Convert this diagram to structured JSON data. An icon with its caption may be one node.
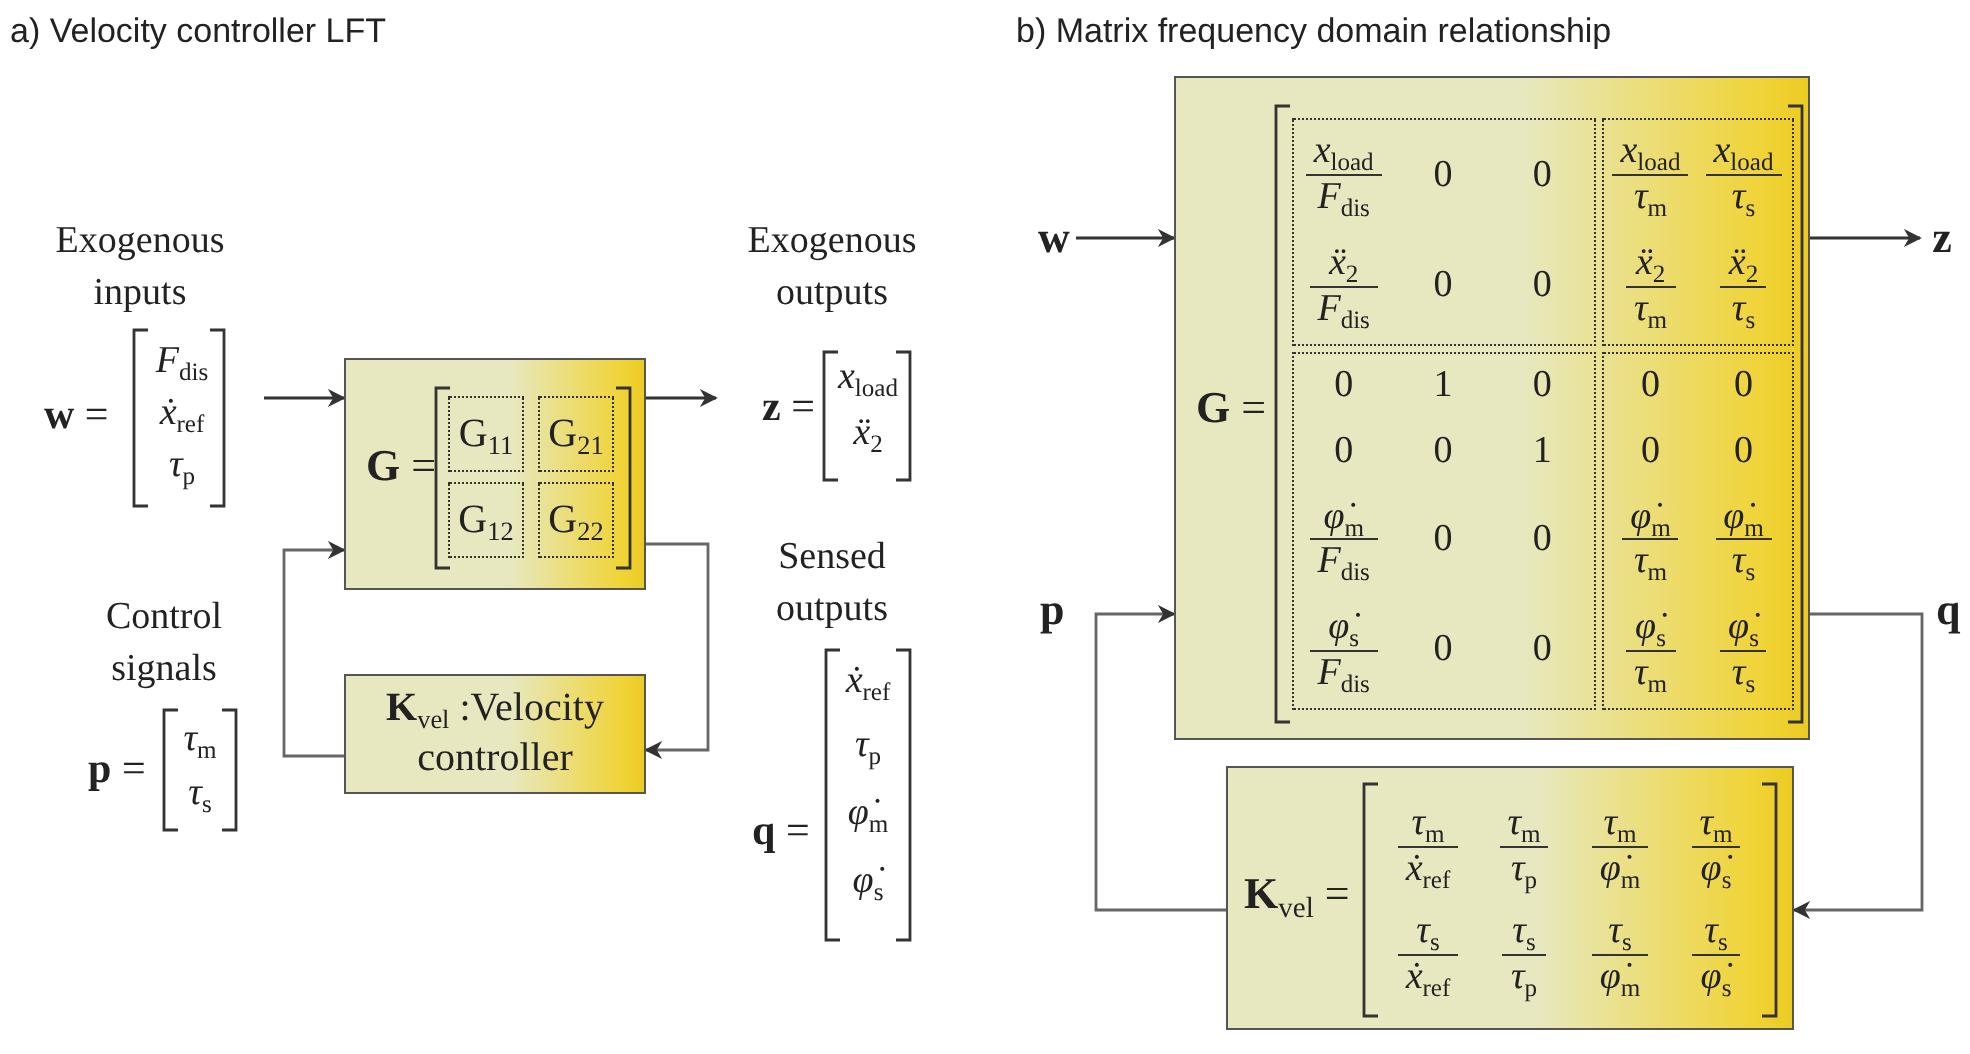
{
  "diagram": {
    "nodes": [
      {
        "text": [
          "**G** ="
        ]
      },
      {
        "text": [
          "G$_{11}$"
        ],
        "in": 0
      },
      {
        "text": [
          "G$_{21}$"
        ],
        "in": 0
      },
      {
        "text": [
          "G$_{12}$"
        ],
        "in": 0
      },
      {
        "text": [
          "G$_{22}$"
        ],
        "in": 0
      },
      {
        "text": [
          "**K**$_{vel}$ :Velocity controller"
        ]
      },
      {
        "text": [
          "**G** ="
        ]
      },
      {
        "text": [
          "*x*$_{load}$",
          "*F*$_{dis}$",
          "0",
          "0",
          "*ẍ*$_{2}$",
          "*F*$_{dis}$",
          "0",
          "0"
        ],
        "in": 6
      },
      {
        "text": [
          "*x*$_{load}$",
          "*τ*$_{m}$",
          "*x*$_{load}$",
          "*τ*$_{s}$",
          "*ẍ*$_{2}$",
          "*τ*$_{m}$",
          "*ẍ*$_{2}$",
          "*τ*$_{s}$"
        ],
        "in": 6
      },
      {
        "text": [
          "0",
          "1",
          "0",
          "0",
          "0",
          "1",
          "*φ̇*$_{m}$",
          "*F*$_{dis}$",
          "0",
          "0",
          "*φ̇*$_{s}$",
          "*F*$_{dis}$",
          "0",
          "0"
        ],
        "in": 6
      },
      {
        "text": [
          "0",
          "0",
          "0",
          "0",
          "*φ̇*$_{m}$",
          "*τ*$_{m}$",
          "*φ̇*$_{m}$",
          "*τ*$_{s}$",
          "*φ̇*$_{s}$",
          "*τ*$_{m}$",
          "*φ̇*$_{s}$",
          "*τ*$_{s}$"
        ],
        "in": 6
      },
      {
        "text": [
          "**K**$_{vel}$ =",
          "*τ*$_{m}$",
          "*ẋ*$_{ref}$",
          "*τ*$_{m}$",
          "*τ*$_{p}$",
          "*τ*$_{m}$",
          "*φ̇*$_{m}$",
          "*τ*$_{m}$",
          "*φ̇*$_{s}$",
          "*τ*$_{s}$",
          "*ẋ*$_{ref}$",
          "*τ*$_{s}$",
          "*τ*$_{p}$",
          "*τ*$_{s}$",
          "*φ̇*$_{m}$",
          "*τ*$_{s}$",
          "*φ̇*$_{s}$"
        ]
      },
      {
        "text": [
          "w"
        ]
      },
      {
        "text": [
          "z"
        ]
      }
    ],
    "edges": [
      {
        "from": null,
        "to": 0,
        "arrow": "to"
      },
      {
        "from": 0,
        "to": null,
        "arrow": "to"
      },
      {
        "from": 0,
        "to": 5,
        "arrow": "to"
      },
      {
        "from": 5,
        "to": 0,
        "arrow": "to"
      },
      {
        "from": 12,
        "to": 6,
        "arrow": "to"
      },
      {
        "from": 6,
        "to": 13,
        "arrow": "to"
      },
      {
        "from": 11,
        "to": 6,
        "arrow": "to",
        "label": "p"
      },
      {
        "from": 6,
        "to": 11,
        "arrow": "to",
        "label": "q"
      }
    ],
    "labels": [
      "a) Velocity controller LFT",
      "b) Matrix frequency domain relationship",
      "Exogenous inputs",
      "**w** =",
      "*F*$_{dis}$",
      "*ẋ*$_{ref}$",
      "*τ*$_{p}$",
      "Exogenous outputs",
      "**z** =",
      "*x*$_{load}$",
      "*ẍ*$_{2}$",
      "Control signals",
      "**p** =",
      "*τ*$_{m}$",
      "*τ*$_{s}$",
      "Sensed outputs",
      "**q** =",
      "*ẋ*$_{ref}$",
      "*τ*$_{p}$",
      "*φ̇*$_{m}$",
      "*φ̇*$_{s}$"
    ]
  }
}
